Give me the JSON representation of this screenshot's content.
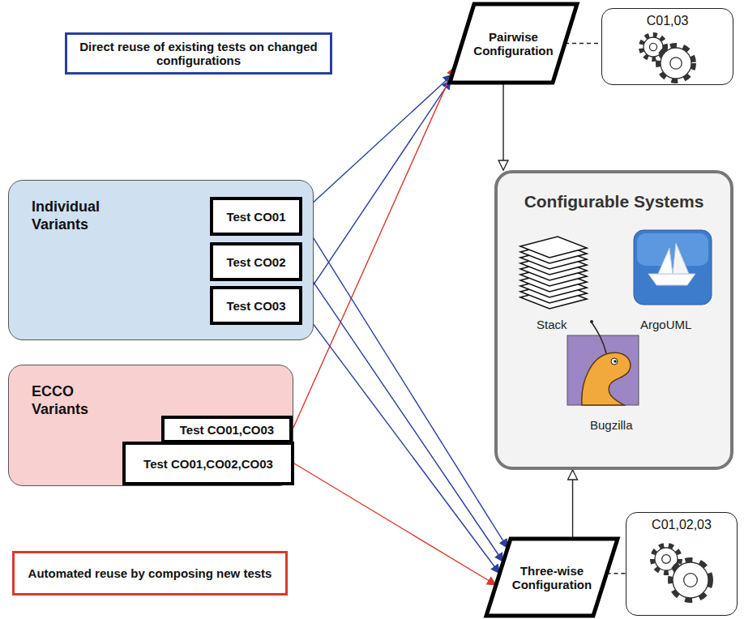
{
  "diagram": {
    "nodes": [
      {
        "text": [
          "Direct reuse of existing tests on changed configurations"
        ]
      },
      {
        "text": [
          "Pairwise Configuration"
        ]
      },
      {
        "text": [
          "C01,03"
        ]
      },
      {
        "text": [
          "Individual Variants"
        ]
      },
      {
        "text": [
          "Test CO01"
        ],
        "in": 3
      },
      {
        "text": [
          "Test CO02"
        ],
        "in": 3
      },
      {
        "text": [
          "Test CO03"
        ],
        "in": 3
      },
      {
        "text": [
          "ECCO Variants"
        ]
      },
      {
        "text": [
          "Test CO01,CO03"
        ],
        "in": 7
      },
      {
        "text": [
          "Test CO01,CO02,CO03"
        ],
        "in": 7
      },
      {
        "text": [
          "Configurable Systems"
        ]
      },
      {
        "text": [
          "Automated reuse by composing new tests"
        ]
      },
      {
        "text": [
          "Three-wise Configuration"
        ]
      },
      {
        "text": [
          "C01,02,03"
        ]
      }
    ],
    "edges": [
      {
        "from": 4,
        "to": 1,
        "arrow": "to"
      },
      {
        "from": 6,
        "to": 1,
        "arrow": "to"
      },
      {
        "from": 8,
        "to": 1,
        "arrow": "to"
      },
      {
        "from": 4,
        "to": 12,
        "arrow": "to"
      },
      {
        "from": 5,
        "to": 12,
        "arrow": "to"
      },
      {
        "from": 6,
        "to": 12,
        "arrow": "to"
      },
      {
        "from": 9,
        "to": 12,
        "arrow": "to"
      },
      {
        "from": 1,
        "to": 10,
        "arrow": "to"
      },
      {
        "from": 12,
        "to": 10,
        "arrow": "to"
      },
      {
        "from": 1,
        "to": 2,
        "arrow": "none"
      },
      {
        "from": 12,
        "to": 13,
        "arrow": "none"
      }
    ],
    "labels": [
      "Stack",
      "ArgoUML",
      "Bugzilla"
    ]
  }
}
